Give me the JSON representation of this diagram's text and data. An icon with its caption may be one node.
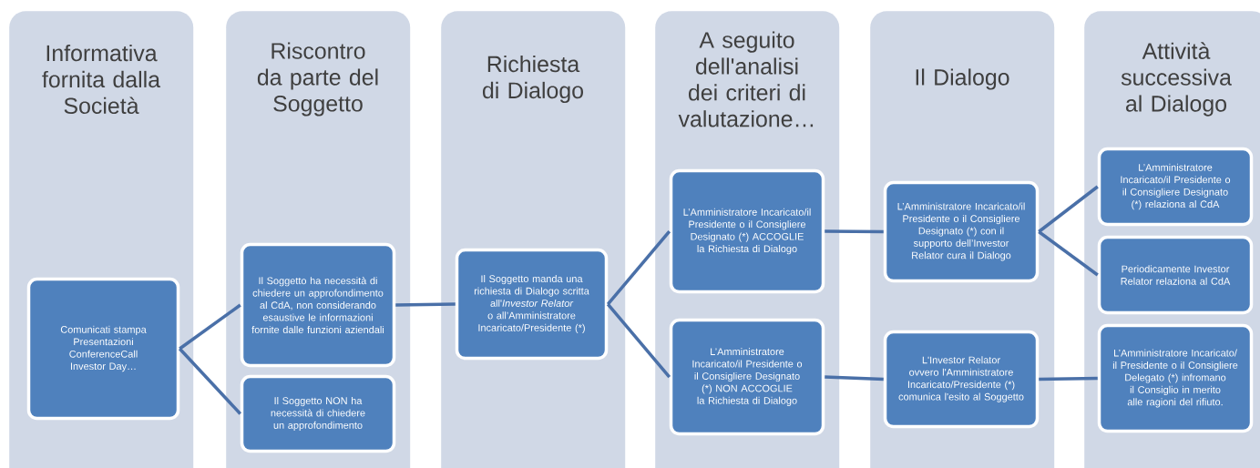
{
  "diagram": {
    "nodes": [
      {
        "text": [
          "Informativa fornita dalla Società"
        ]
      },
      {
        "text": [
          "Comunicati stampa Presentazioni ConferenceCall Investor Day…"
        ],
        "in": 0
      },
      {
        "text": [
          "Riscontro da parte del Soggetto"
        ]
      },
      {
        "text": [
          "Il Soggetto ha necessità di chiedere un approfondimento al CdA, non considerando esaustive le informazioni fornite dalle funzioni aziendali"
        ],
        "in": 2
      },
      {
        "text": [
          "Il Soggetto NON ha necessità di chiedere un approfondimento"
        ],
        "in": 2
      },
      {
        "text": [
          "Richiesta di Dialogo"
        ]
      },
      {
        "text": [
          "Il Soggetto manda una richiesta di Dialogo scritta all'*Investor Relator* o all’Amministratore Incaricato/Presidente (*)"
        ],
        "in": 5
      },
      {
        "text": [
          "A seguito dell'analisi dei criteri di valutazione…"
        ]
      },
      {
        "text": [
          "L’Amministratore Incaricato/il Presidente o  il Consigliere Designato (*) ACCOGLIE la Richiesta di Dialogo"
        ],
        "in": 7
      },
      {
        "text": [
          "L’Amministratore Incaricato/il Presidente o  il Consigliere Designato (*) NON ACCOGLIE la Richiesta di Dialogo"
        ],
        "in": 7
      },
      {
        "text": [
          "Il Dialogo"
        ]
      },
      {
        "text": [
          "L’Amministratore Incaricato/il Presidente o  il Consigliere Designato (*)  con il supporto dell’Investor Relator cura il Dialogo"
        ],
        "in": 10
      },
      {
        "text": [
          "L'Investor Relator ovvero l'Amministratore Incaricato/Presidente (*)  comunica l'esito al Soggetto"
        ],
        "in": 10
      },
      {
        "text": [
          "Attività successiva al Dialogo"
        ]
      },
      {
        "text": [
          "L’Amministratore Incaricato/il Presidente o  il Consigliere Designato (*)  relaziona al CdA"
        ],
        "in": 13
      },
      {
        "text": [
          "Periodicamente Investor Relator relaziona al CdA"
        ],
        "in": 13
      },
      {
        "text": [
          "L’Amministratore Incaricato/ il Presidente o il Consigliere Delegato (*)  infromano il Consiglio in merito alle ragioni del rifiuto."
        ],
        "in": 13
      }
    ],
    "edges": [
      {
        "from": 1,
        "to": 3,
        "arrow": "none"
      },
      {
        "from": 1,
        "to": 4,
        "arrow": "none"
      },
      {
        "from": 3,
        "to": 6,
        "arrow": "none"
      },
      {
        "from": 6,
        "to": 8,
        "arrow": "none"
      },
      {
        "from": 6,
        "to": 9,
        "arrow": "none"
      },
      {
        "from": 8,
        "to": 11,
        "arrow": "none"
      },
      {
        "from": 9,
        "to": 12,
        "arrow": "none"
      },
      {
        "from": 11,
        "to": 14,
        "arrow": "none"
      },
      {
        "from": 11,
        "to": 15,
        "arrow": "none"
      },
      {
        "from": 12,
        "to": 16,
        "arrow": "none"
      }
    ]
  }
}
